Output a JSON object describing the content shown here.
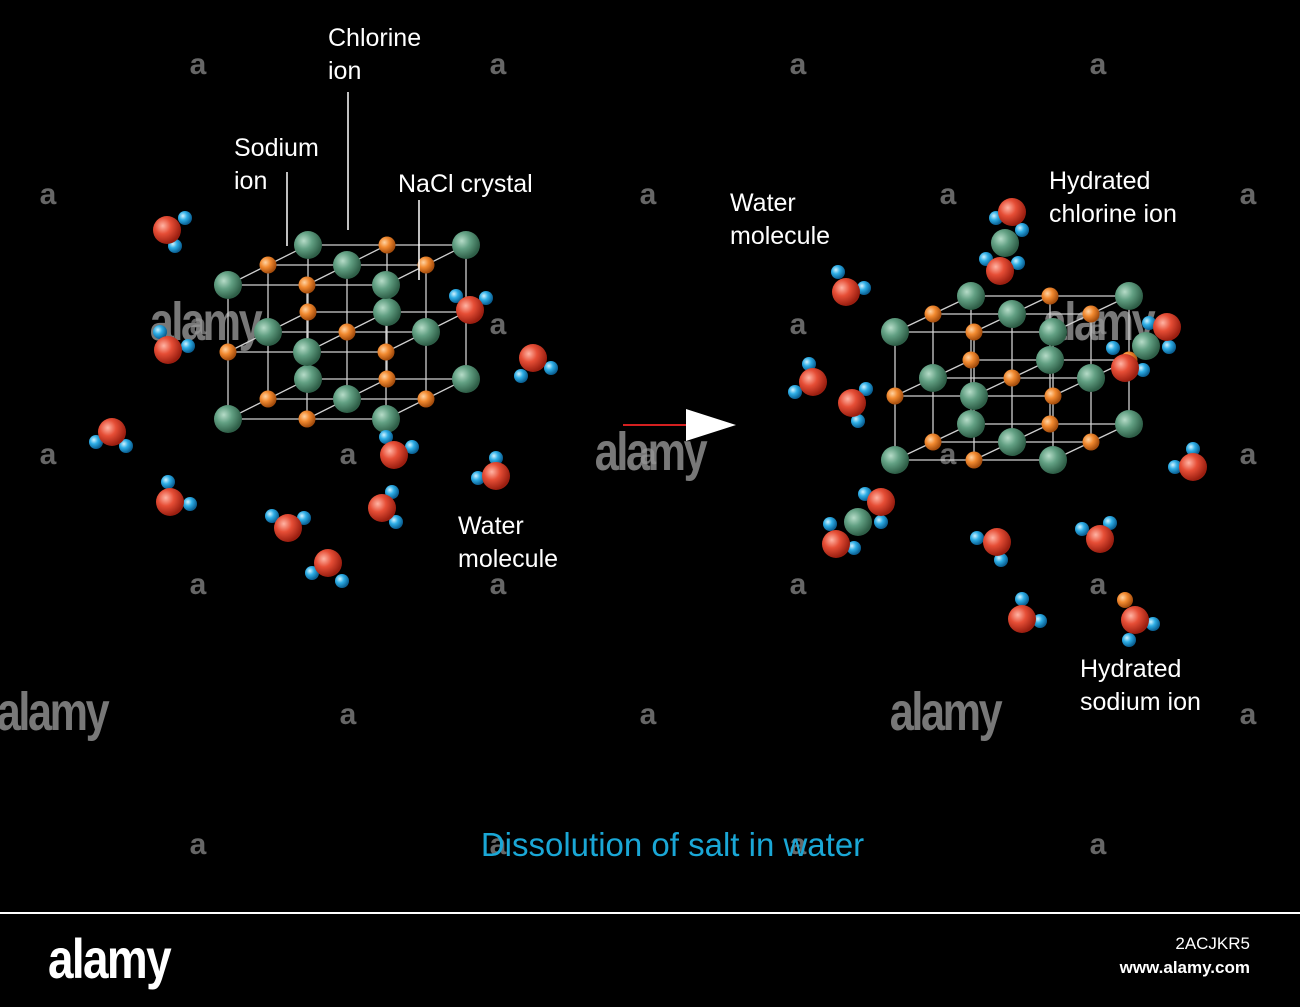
{
  "labels": {
    "chlorine_ion": "Chlorine\nion",
    "sodium_ion": "Sodium\nion",
    "nacl_crystal": "NaCl crystal",
    "water_molecule_left": "Water\nmolecule",
    "water_molecule_right": "Water\nmolecule",
    "hydrated_chlorine_ion": "Hydrated\nchlorine ion",
    "hydrated_sodium_ion": "Hydrated\nsodium ion"
  },
  "title": "Dissolution of salt in water",
  "footer": {
    "brand": "alamy",
    "image_id": "2ACJKR5",
    "site": "www.alamy.com"
  },
  "watermarks": {
    "small": "a",
    "large": "alamy"
  },
  "colors": {
    "background": "#000000",
    "title": "#1aa7d6",
    "chlorine_atom": "#5e9c7e",
    "sodium_atom": "#f0842c",
    "oxygen_atom": "#e2503a",
    "hydrogen_atom": "#2aa7e0",
    "arrow_line": "#d42020",
    "arrow_head": "#ffffff"
  }
}
